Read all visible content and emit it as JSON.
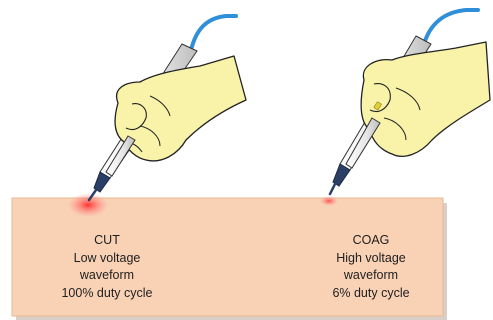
{
  "cut": {
    "title": "CUT",
    "lines": [
      "Low voltage",
      "waveform",
      "100% duty cycle"
    ]
  },
  "coag": {
    "title": "COAG",
    "lines": [
      "High voltage",
      "waveform",
      "6% duty cycle"
    ]
  },
  "colors": {
    "tissue": "#f9d2b6",
    "tissue_shadow": "#d8cfc8",
    "hand_fill": "#f8f3a8",
    "hand_outline": "#222222",
    "cable": "#2f8fd8",
    "pencil_body": "#eeeeee",
    "tip": "#2b3f66",
    "spark": "#e8303a",
    "coag_button": "#e0cf3a"
  },
  "icons": {
    "cut_instrument": "electrosurgical-pencil-icon",
    "coag_instrument": "electrosurgical-pencil-icon",
    "hands": "hand-icon"
  }
}
